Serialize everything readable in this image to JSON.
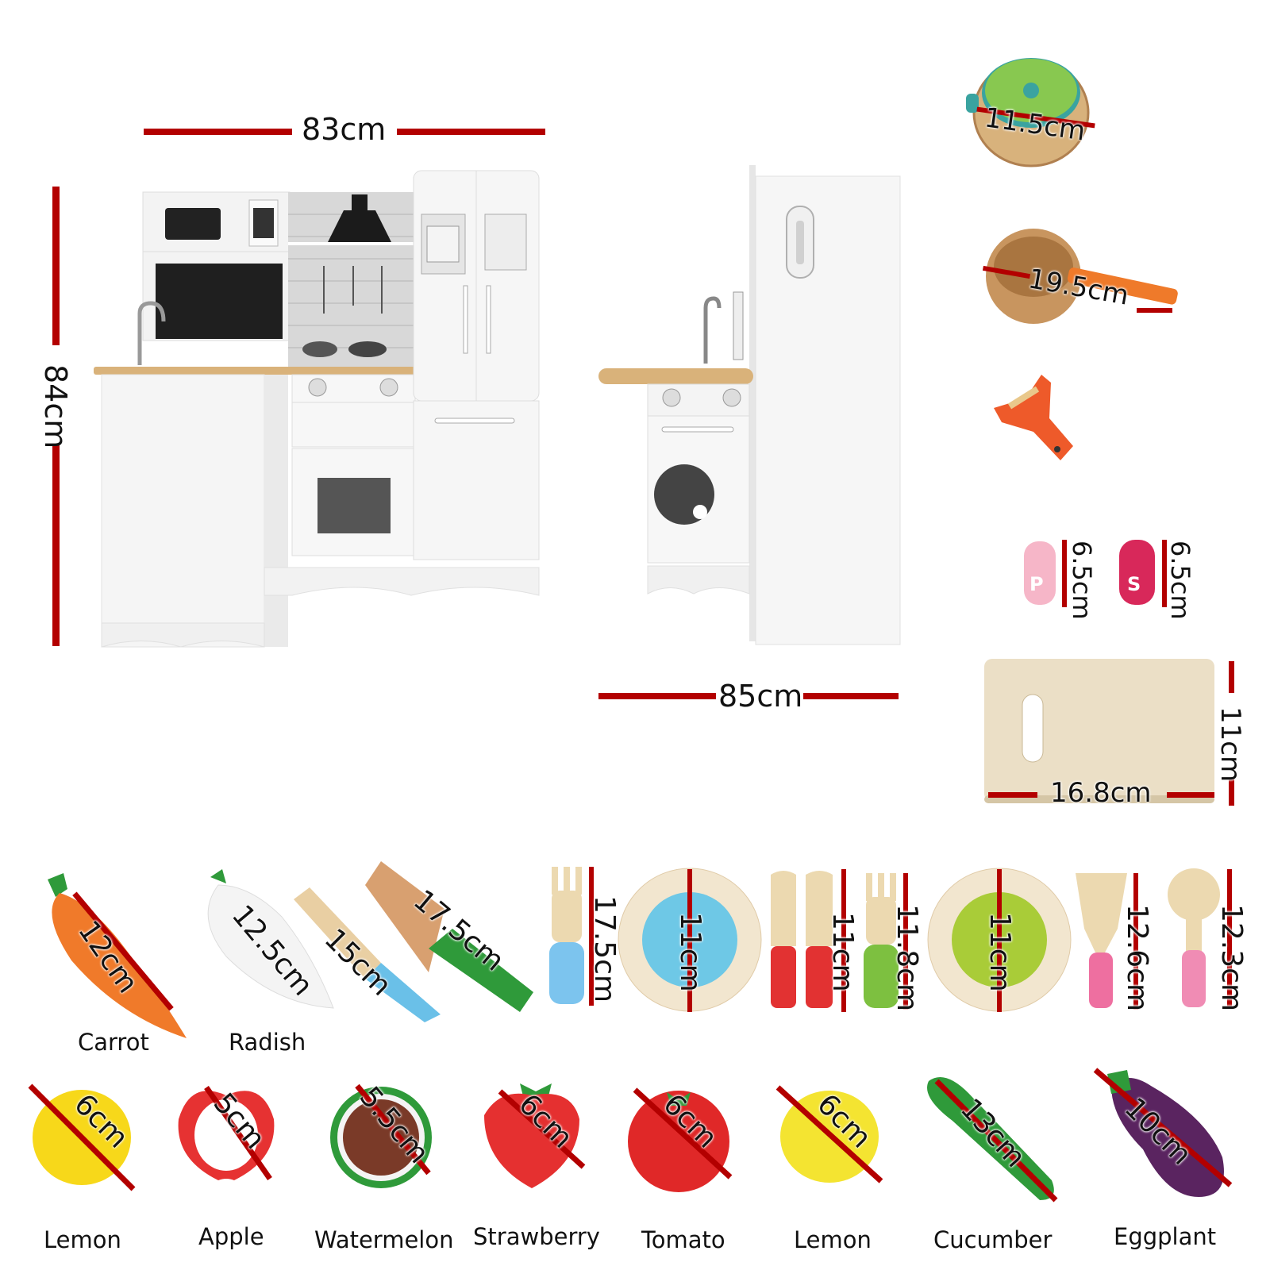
{
  "kitchen": {
    "width_label": "83cm",
    "height_label": "84cm",
    "depth_label": "85cm"
  },
  "accessories": {
    "pot": "11.5cm",
    "pan": "19.5cm",
    "shaker_pepper_height": "6.5cm",
    "shaker_salt_height": "6.5cm",
    "shaker_pepper_letter": "P",
    "shaker_salt_letter": "S",
    "board_height": "11cm",
    "board_width": "16.8cm"
  },
  "tools": {
    "carrot": {
      "name": "Carrot",
      "size": "12cm"
    },
    "radish": {
      "name": "Radish",
      "size": "12.5cm"
    },
    "knife_small": {
      "size": "15cm"
    },
    "knife_large": {
      "size": "17.5cm"
    },
    "fork_blue": {
      "size": "17.5cm"
    },
    "plate_blue": {
      "size": "11cm"
    },
    "knives_red": {
      "size": "11cm"
    },
    "fork_green": {
      "size": "11.8cm"
    },
    "plate_green": {
      "size": "11cm"
    },
    "spatula": {
      "size": "12.6cm"
    },
    "spoon": {
      "size": "12.3cm"
    }
  },
  "fruits": [
    {
      "name": "Lemon",
      "size": "6cm"
    },
    {
      "name": "Apple",
      "size": "5cm"
    },
    {
      "name": "Watermelon",
      "size": "5.5cm"
    },
    {
      "name": "Strawberry",
      "size": "6cm"
    },
    {
      "name": "Tomato",
      "size": "6cm"
    },
    {
      "name": "Lemon",
      "size": "6cm"
    },
    {
      "name": "Cucumber",
      "size": "13cm"
    },
    {
      "name": "Eggplant",
      "size": "10cm"
    }
  ],
  "colors": {
    "dimension_line": "#b30000",
    "cabinet": "#f4f4f4",
    "countertop": "#d9b27a"
  }
}
